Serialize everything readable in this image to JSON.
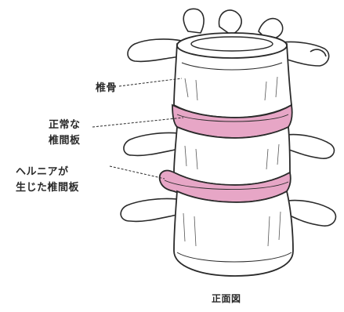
{
  "labels": {
    "vertebra": "椎骨",
    "normal_disc_line1": "正常な",
    "normal_disc_line2": "椎間板",
    "herniated_disc_line1": "ヘルニアが",
    "herniated_disc_line2": "生じた椎間板"
  },
  "caption": "正面図",
  "colors": {
    "disc_pink": "#e7a6c6",
    "bone_fill": "#ffffff",
    "outline": "#2a2a2a"
  }
}
